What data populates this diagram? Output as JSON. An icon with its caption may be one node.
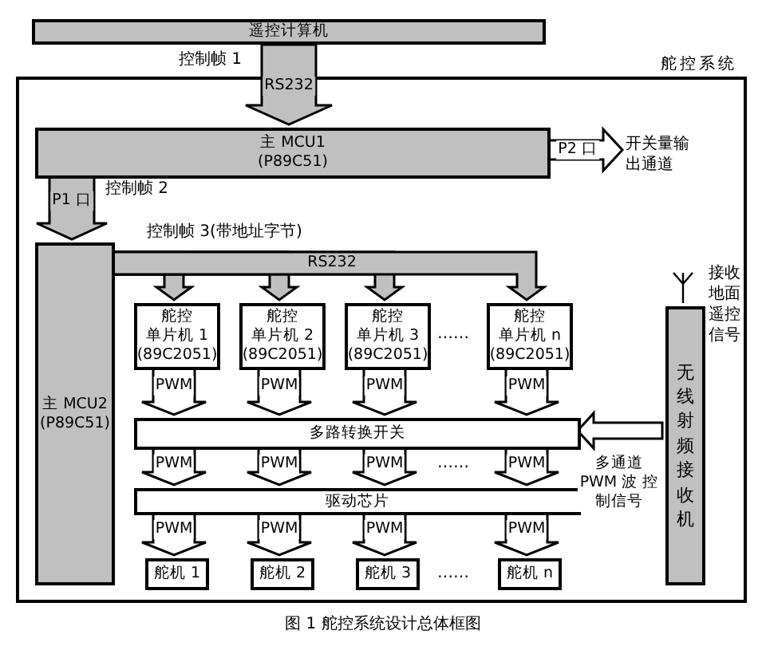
{
  "diagram": {
    "caption": "图 1 舵控系统设计总体框图",
    "nodes": [
      {
        "text": [
          "遥控计算机"
        ]
      },
      {
        "text": [
          "舵控系统"
        ]
      },
      {
        "text": [
          "主 MCU1",
          "(P89C51)"
        ],
        "in": 1
      },
      {
        "text": [
          "主 MCU2",
          "(P89C51)"
        ],
        "in": 1
      },
      {
        "text": [
          "舵控",
          "单片机 1",
          "(89C2051)"
        ],
        "in": 1
      },
      {
        "text": [
          "舵控",
          "单片机 2",
          "(89C2051)"
        ],
        "in": 1
      },
      {
        "text": [
          "舵控",
          "单片机 3",
          "(89C2051)"
        ],
        "in": 1
      },
      {
        "text": [
          "舵控",
          "单片机 n",
          "(89C2051)"
        ],
        "in": 1
      },
      {
        "text": [
          "多路转换开关"
        ],
        "in": 1
      },
      {
        "text": [
          "驱动芯片"
        ],
        "in": 1
      },
      {
        "text": [
          "舵机 1"
        ],
        "in": 1
      },
      {
        "text": [
          "舵机 2"
        ],
        "in": 1
      },
      {
        "text": [
          "舵机 3"
        ],
        "in": 1
      },
      {
        "text": [
          "舵机 n"
        ],
        "in": 1
      },
      {
        "text": [
          "无线射频接收机"
        ],
        "in": 1
      },
      {
        "text": [
          "开关量输出通道"
        ],
        "in": 1
      }
    ],
    "edges": [
      {
        "from": 0,
        "to": 2,
        "arrow": "to",
        "label": "RS232",
        "color": "#c0c0c0"
      },
      {
        "from": 2,
        "to": 15,
        "arrow": "to",
        "label": "P2 口"
      },
      {
        "from": 2,
        "to": 3,
        "arrow": "to",
        "label": "P1 口",
        "color": "#c0c0c0"
      },
      {
        "from": 3,
        "to": 4,
        "arrow": "to",
        "color": "#c0c0c0"
      },
      {
        "from": 3,
        "to": 5,
        "arrow": "to",
        "color": "#c0c0c0"
      },
      {
        "from": 3,
        "to": 6,
        "arrow": "to",
        "color": "#c0c0c0"
      },
      {
        "from": 3,
        "to": 7,
        "arrow": "to",
        "label": "RS232",
        "color": "#c0c0c0"
      },
      {
        "from": 4,
        "to": 8,
        "arrow": "to",
        "label": "PWM"
      },
      {
        "from": 5,
        "to": 8,
        "arrow": "to",
        "label": "PWM"
      },
      {
        "from": 6,
        "to": 8,
        "arrow": "to",
        "label": "PWM"
      },
      {
        "from": 7,
        "to": 8,
        "arrow": "to",
        "label": "PWM"
      },
      {
        "from": 8,
        "to": 9,
        "arrow": "to",
        "label": "PWM"
      },
      {
        "from": 8,
        "to": 9,
        "arrow": "to",
        "label": "PWM"
      },
      {
        "from": 8,
        "to": 9,
        "arrow": "to",
        "label": "PWM"
      },
      {
        "from": 8,
        "to": 9,
        "arrow": "to",
        "label": "PWM"
      },
      {
        "from": 9,
        "to": 10,
        "arrow": "to",
        "label": "PWM"
      },
      {
        "from": 9,
        "to": 11,
        "arrow": "to",
        "label": "PWM"
      },
      {
        "from": 9,
        "to": 12,
        "arrow": "to",
        "label": "PWM"
      },
      {
        "from": 9,
        "to": 13,
        "arrow": "to",
        "label": "PWM"
      },
      {
        "from": 14,
        "to": 8,
        "arrow": "to",
        "label": "多通道 PWM 波 控制信号"
      }
    ],
    "labels": [
      "控制帧 1",
      "控制帧 2",
      "控制帧 3(带地址字节)",
      "……",
      "接收地面遥控信号",
      "……",
      "……"
    ]
  }
}
